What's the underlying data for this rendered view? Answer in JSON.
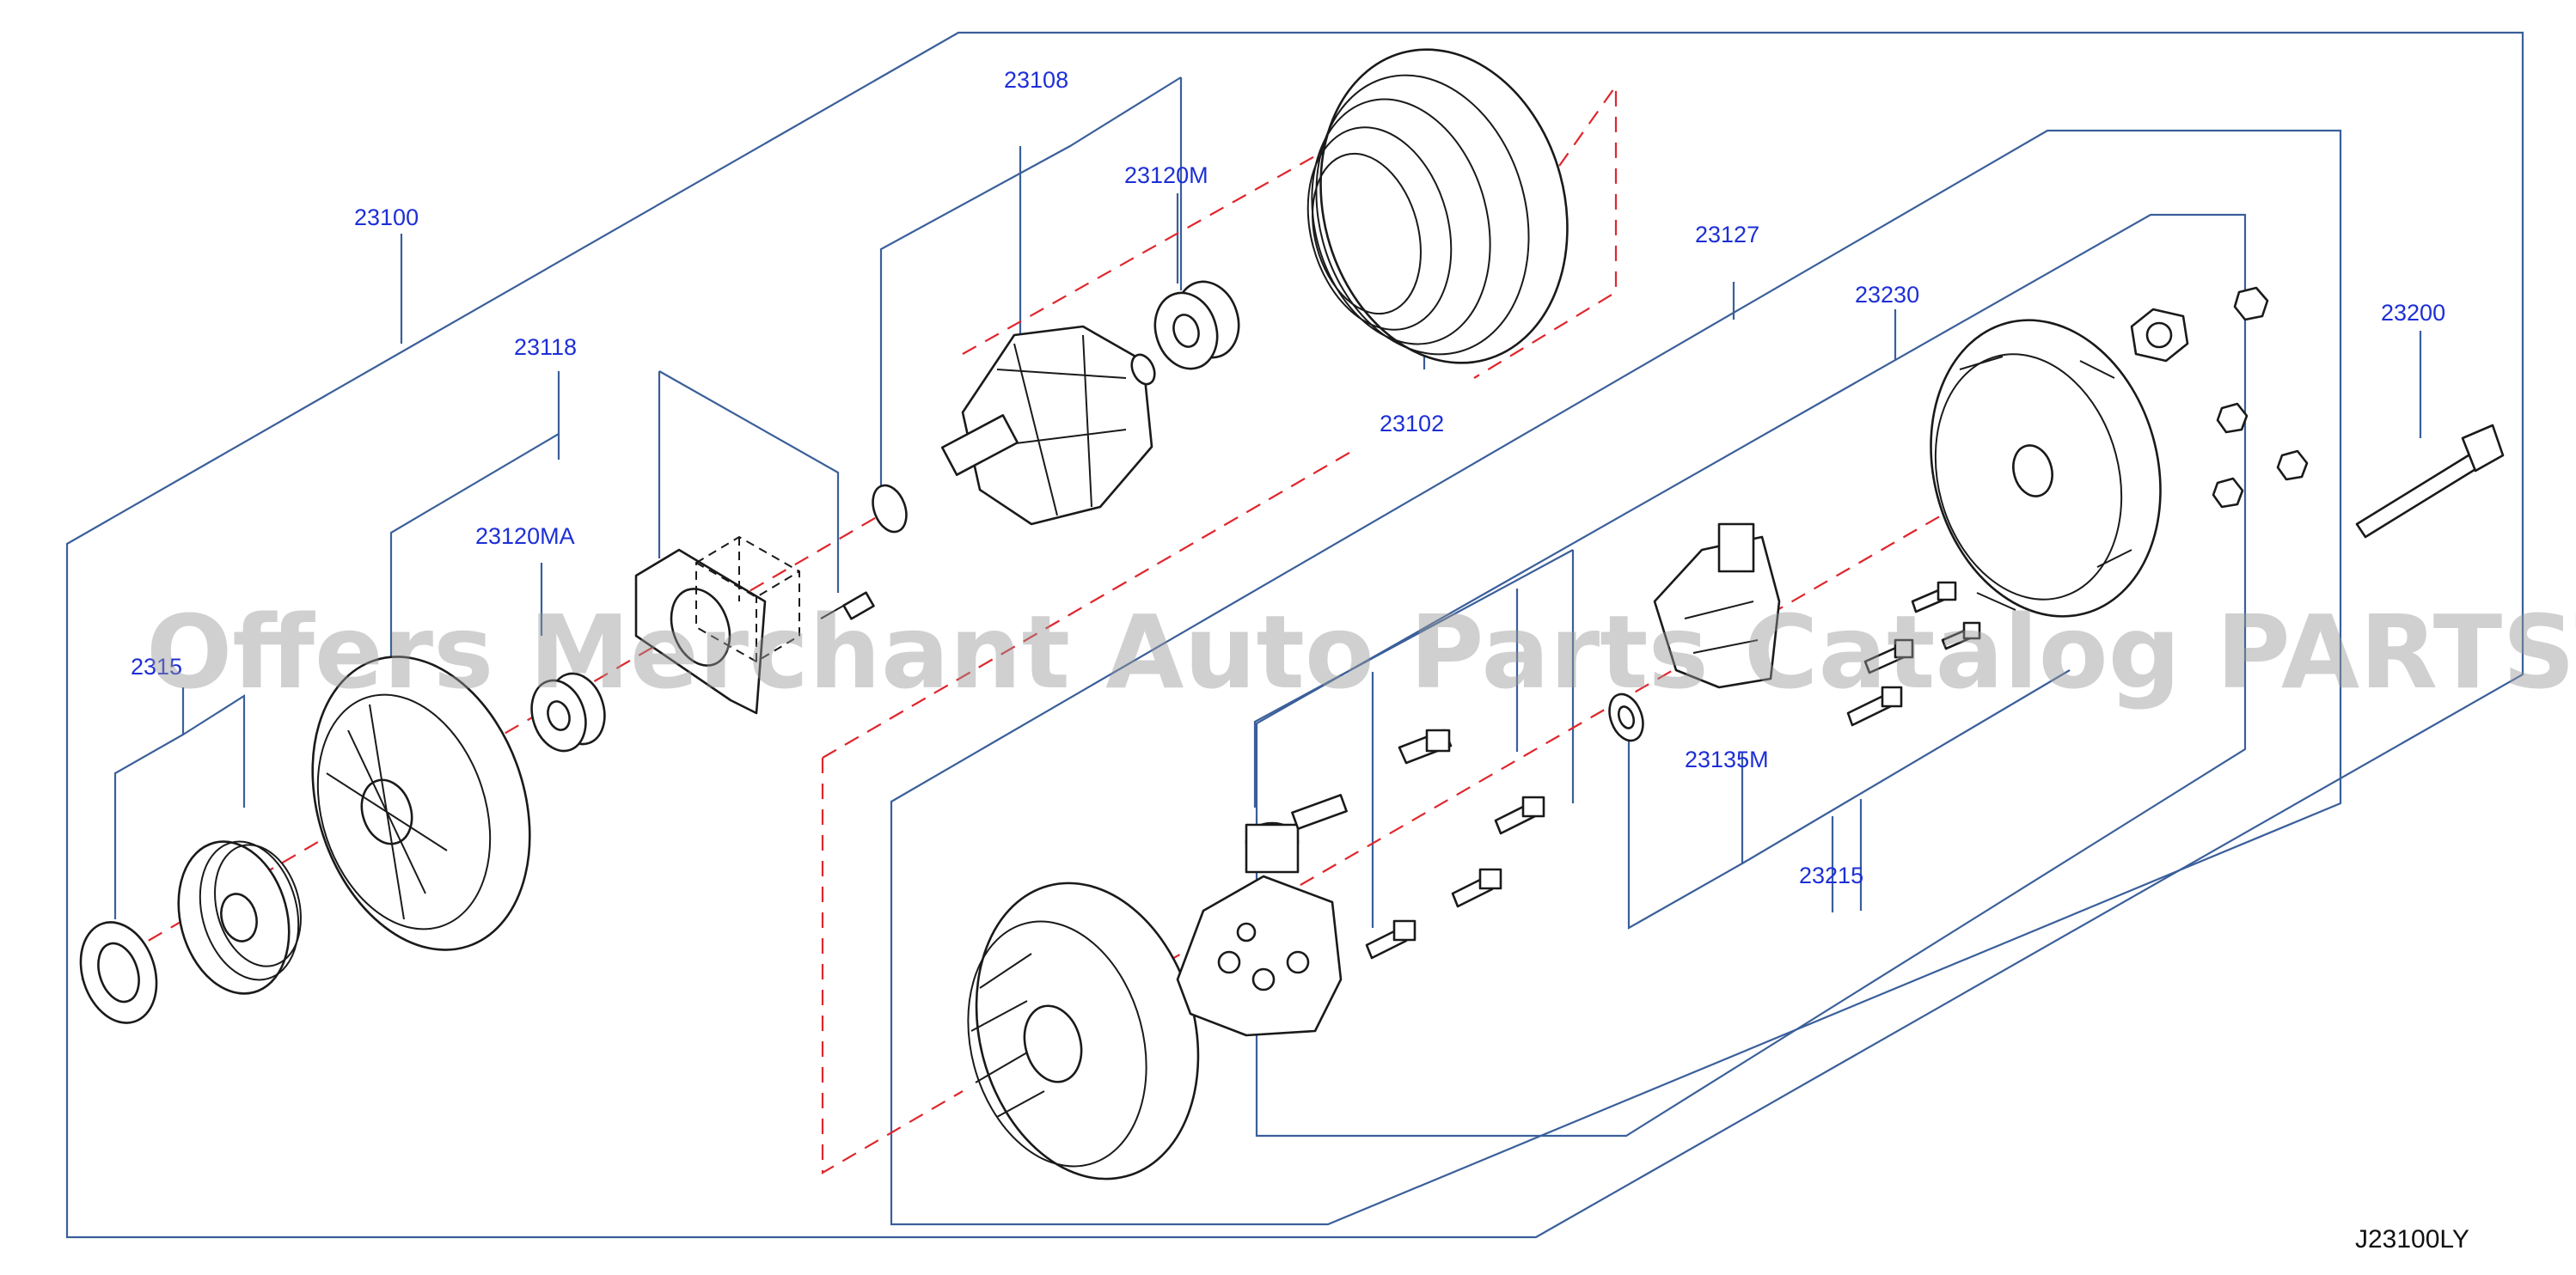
{
  "diagram": {
    "callouts": {
      "p23100": "23100",
      "p23108": "23108",
      "p23120M": "23120M",
      "p23127": "23127",
      "p23230": "23230",
      "p23200": "23200",
      "p23118": "23118",
      "p23102": "23102",
      "p23120MA": "23120MA",
      "p23135M": "23135M",
      "p23215": "23215",
      "p23115": "2315"
    },
    "diagram_id": "J23100LY",
    "watermark": "Offers Merchant Auto Parts Catalog PARTSTORE.SA"
  },
  "colors": {
    "frame_lines": "#3a5f9a",
    "callout_text": "#1d2fd6",
    "center_axis": "#e0262c",
    "part_outline": "#1a1a1a"
  }
}
